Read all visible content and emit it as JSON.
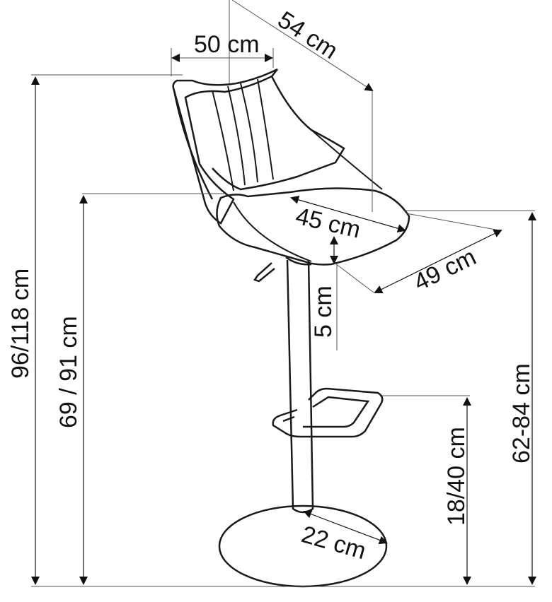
{
  "dimensions": {
    "seat_width_top": "50 cm",
    "diagonal_top": "54 cm",
    "seat_width": "45 cm",
    "seat_depth": "49 cm",
    "seat_thickness": "5 cm",
    "total_height": "96/118 cm",
    "seat_height": "69 / 91 cm",
    "armrest_height": "62-84 cm",
    "footrest_height": "18/40 cm",
    "base_diameter": "22 cm"
  },
  "colors": {
    "line": "#1a1a1a",
    "dimension": "#555555",
    "background": "#ffffff"
  }
}
